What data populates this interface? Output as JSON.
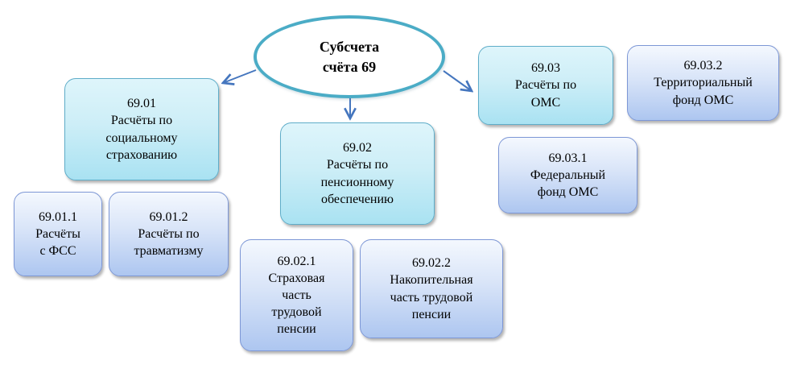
{
  "diagram": {
    "root": {
      "id": "root",
      "text": "Субсчета\nсчёта 69"
    },
    "nodes": [
      {
        "id": "69.01",
        "text": "69.01\nРасчёты по\nсоциальному\nстрахованию",
        "variant": "cyan"
      },
      {
        "id": "69.02",
        "text": "69.02\nРасчёты по\nпенсионному\nобеспечению",
        "variant": "cyan"
      },
      {
        "id": "69.03",
        "text": "69.03\nРасчёты по\nОМС",
        "variant": "cyan"
      },
      {
        "id": "69.03.2",
        "text": "69.03.2\nТерриториальный\nфонд ОМС",
        "variant": "blue"
      },
      {
        "id": "69.03.1",
        "text": "69.03.1\nФедеральный\nфонд ОМС",
        "variant": "blue"
      },
      {
        "id": "69.01.1",
        "text": "69.01.1\nРасчёты\nс ФСС",
        "variant": "blue"
      },
      {
        "id": "69.01.2",
        "text": "69.01.2\nРасчёты по\nтравматизму",
        "variant": "blue"
      },
      {
        "id": "69.02.1",
        "text": "69.02.1\nСтраховая\nчасть\nтрудовой\nпенсии",
        "variant": "blue"
      },
      {
        "id": "69.02.2",
        "text": "69.02.2\nНакопительная\nчасть трудовой\nпенсии",
        "variant": "blue"
      }
    ],
    "edges": [
      {
        "from": "root",
        "to": "69.01"
      },
      {
        "from": "root",
        "to": "69.02"
      },
      {
        "from": "root",
        "to": "69.03"
      }
    ],
    "colors": {
      "background": "#ffffff",
      "ellipse_border": "#4bacc6",
      "cyan_box_top": "#def5fb",
      "cyan_box_bottom": "#a9e2f2",
      "cyan_box_border": "#5fadc9",
      "blue_box_top": "#f4f8fe",
      "blue_box_bottom": "#adc6f0",
      "blue_box_border": "#7d97d6",
      "arrow": "#4576be",
      "text": "#000000"
    }
  }
}
